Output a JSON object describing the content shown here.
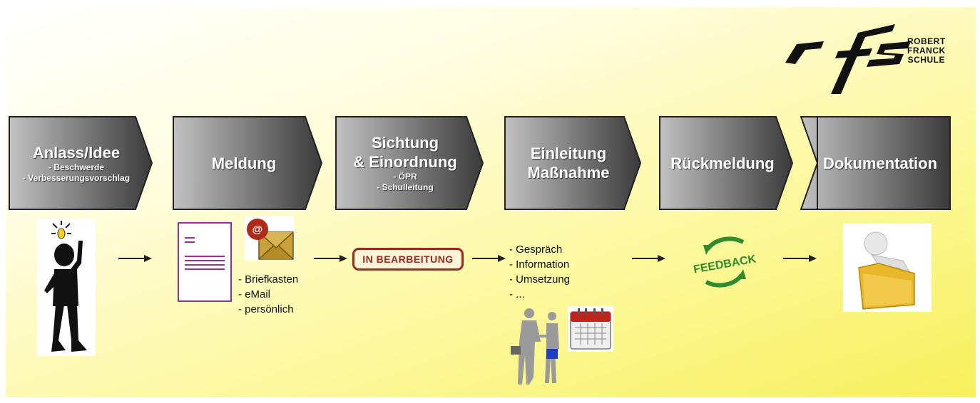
{
  "logo": {
    "mark": "rfs",
    "lines": [
      "ROBERT",
      "FRANCK",
      "SCHULE"
    ]
  },
  "steps": [
    {
      "title": "Anlass/Idee",
      "sub": [
        "- Beschwerde",
        "- Verbesserungsvorschlag"
      ]
    },
    {
      "title": "Meldung",
      "sub": []
    },
    {
      "title": "Sichtung\n& Einordnung",
      "sub": [
        "- ÖPR",
        "- Schulleitung"
      ]
    },
    {
      "title": "Einleitung\nMaßnahme",
      "sub": []
    },
    {
      "title": "Rückmeldung",
      "sub": []
    },
    {
      "title": "Dokumentation",
      "sub": []
    }
  ],
  "meldung_channels": [
    "- Briefkasten",
    "- eMail",
    "- persönlich"
  ],
  "stamp_text": "IN BEARBEITUNG",
  "massnahme_items": [
    "- Gespräch",
    "- Information",
    "- Umsetzung",
    "- ..."
  ],
  "feedback_text": "FEEDBACK",
  "icons": {
    "idea": "idea-person-icon",
    "letter": "letter-document-icon",
    "email": "email-envelope-icon",
    "meeting": "handshake-people-icon",
    "calendar": "calendar-icon",
    "feedback": "feedback-cycle-icon",
    "folder": "person-folder-icon"
  },
  "colors": {
    "chevron_light": "#b8b8b8",
    "chevron_dark": "#3c3c3c",
    "stamp_red": "#9b2a1e",
    "feedback_green": "#2e8b2e"
  }
}
